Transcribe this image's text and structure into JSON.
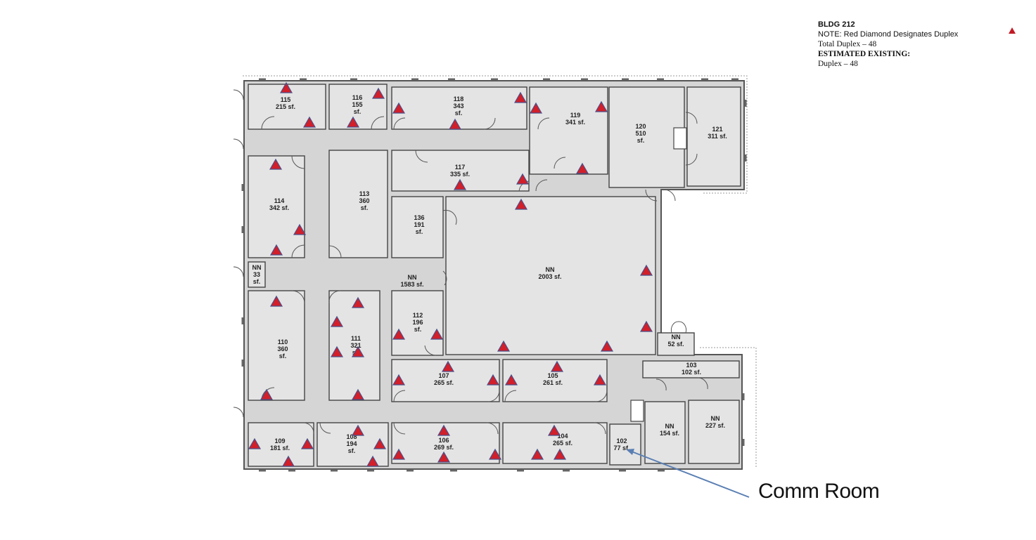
{
  "notes": {
    "building": "BLDG 212",
    "note": "NOTE:  Red Diamond Designates Duplex",
    "total": "Total Duplex – 48",
    "estimated": "ESTIMATED EXISTING:",
    "duplex": "Duplex – 48"
  },
  "marker": {
    "color": "#d21f2a",
    "shape": "triangle",
    "meaning": "duplex"
  },
  "callout": {
    "label": "Comm Room",
    "arrow_color": "#5a7fb3",
    "target_room": "102"
  },
  "rooms": [
    {
      "id": "r115",
      "lines": [
        "115",
        "215 sf."
      ]
    },
    {
      "id": "r116",
      "lines": [
        "116",
        "155",
        "sf."
      ]
    },
    {
      "id": "r118",
      "lines": [
        "118",
        "343",
        "sf."
      ]
    },
    {
      "id": "r119",
      "lines": [
        "119",
        "341 sf."
      ]
    },
    {
      "id": "r120",
      "lines": [
        "120",
        "510",
        "sf."
      ]
    },
    {
      "id": "r121",
      "lines": [
        "121",
        "311 sf."
      ]
    },
    {
      "id": "r117",
      "lines": [
        "117",
        "335 sf."
      ]
    },
    {
      "id": "r114",
      "lines": [
        "114",
        "342 sf."
      ]
    },
    {
      "id": "r113",
      "lines": [
        "113",
        "360",
        "sf."
      ]
    },
    {
      "id": "r136",
      "lines": [
        "136",
        "191",
        "sf."
      ]
    },
    {
      "id": "rNN33",
      "lines": [
        "NN",
        "33",
        "sf."
      ]
    },
    {
      "id": "rNN1583",
      "lines": [
        "NN",
        "1583 sf."
      ]
    },
    {
      "id": "rNN2003",
      "lines": [
        "NN",
        "2003 sf."
      ]
    },
    {
      "id": "r112",
      "lines": [
        "112",
        "196",
        "sf."
      ]
    },
    {
      "id": "r110",
      "lines": [
        "110",
        "360",
        "sf."
      ]
    },
    {
      "id": "r111",
      "lines": [
        "111",
        "321",
        "sf."
      ]
    },
    {
      "id": "rNN52",
      "lines": [
        "NN",
        "52 sf."
      ]
    },
    {
      "id": "r103",
      "lines": [
        "103",
        "102 sf."
      ]
    },
    {
      "id": "r107",
      "lines": [
        "107",
        "265 sf."
      ]
    },
    {
      "id": "r105",
      "lines": [
        "105",
        "261 sf."
      ]
    },
    {
      "id": "r109",
      "lines": [
        "109",
        "181 sf."
      ]
    },
    {
      "id": "r108",
      "lines": [
        "108",
        "194",
        "sf."
      ]
    },
    {
      "id": "r106",
      "lines": [
        "106",
        "269 sf."
      ]
    },
    {
      "id": "r104",
      "lines": [
        "104",
        "265 sf."
      ]
    },
    {
      "id": "r102",
      "lines": [
        "102",
        "77 sf."
      ]
    },
    {
      "id": "rNN154",
      "lines": [
        "NN",
        "154 sf."
      ]
    },
    {
      "id": "rNN227",
      "lines": [
        "NN",
        "227 sf."
      ]
    }
  ]
}
